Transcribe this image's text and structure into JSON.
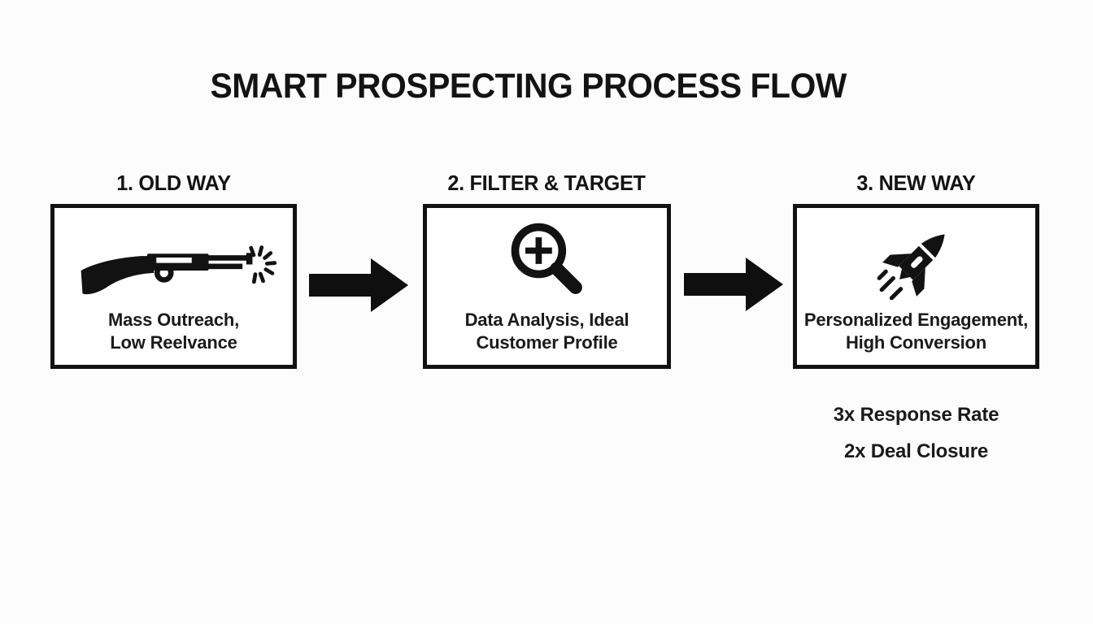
{
  "title": "SMART PROSPECTING PROCESS FLOW",
  "steps": [
    {
      "label": "1. OLD WAY",
      "icon": "shotgun-blast-icon",
      "caption": [
        "Mass Outreach,",
        "Low Reelvance"
      ]
    },
    {
      "label": "2. FILTER & TARGET",
      "icon": "magnifier-plus-icon",
      "caption": [
        "Data Analysis, Ideal",
        "Customer Profile"
      ]
    },
    {
      "label": "3. NEW WAY",
      "icon": "rocket-icon",
      "caption": [
        "Personalized Engagement,",
        "High Conversion"
      ]
    }
  ],
  "metrics": [
    "3x Response Rate",
    "2x Deal Closure"
  ],
  "colors": {
    "ink": "#121212",
    "background": "#fcfcfc",
    "box_fill": "#ffffff"
  }
}
